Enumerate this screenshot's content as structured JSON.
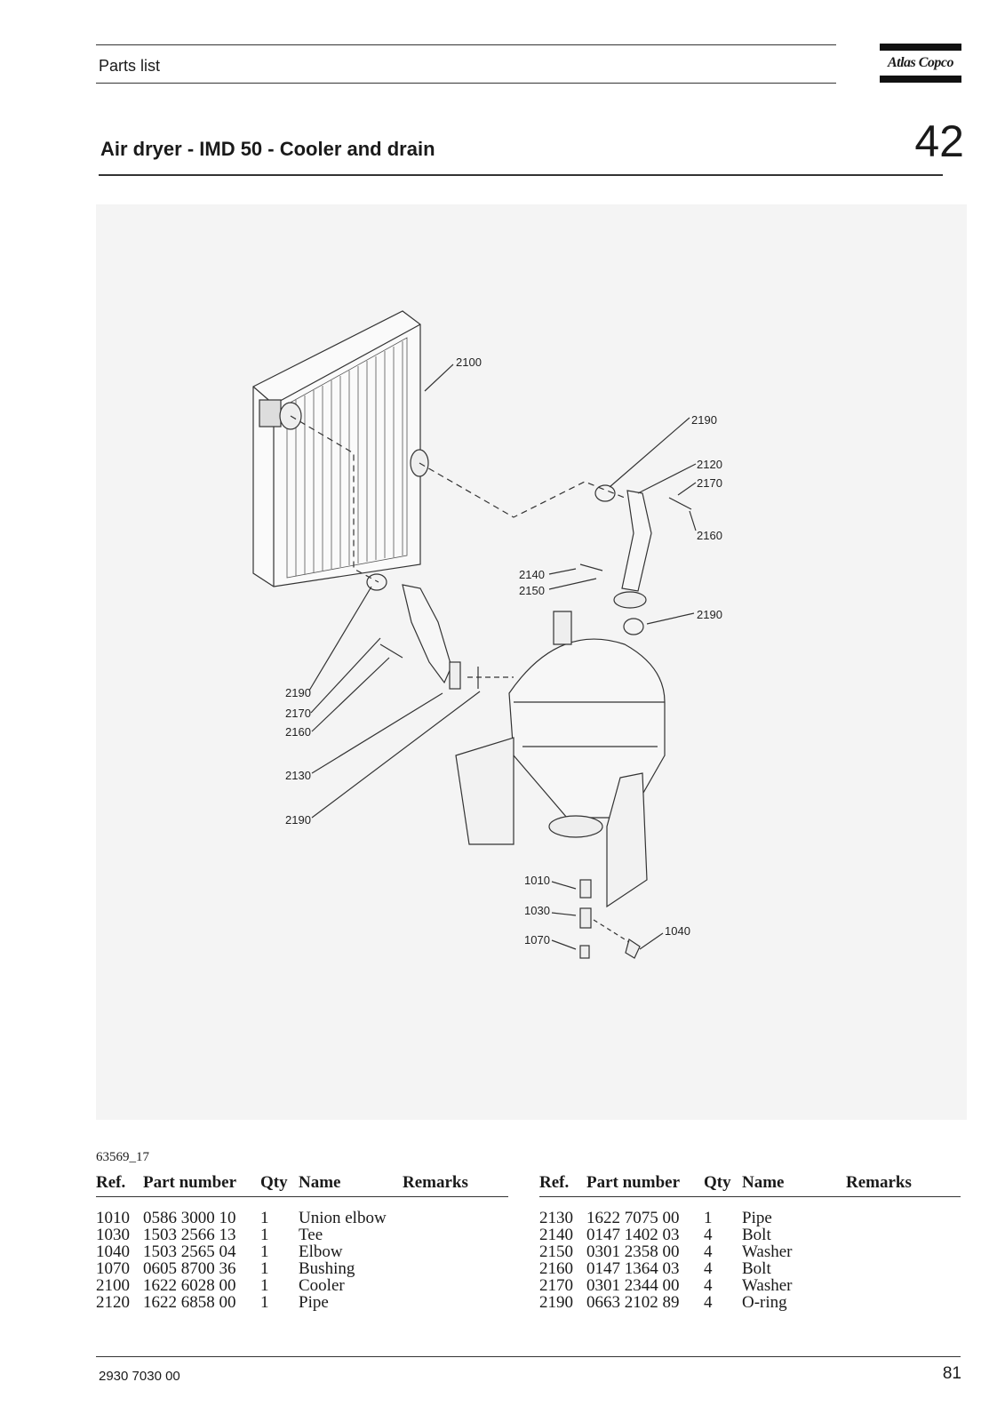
{
  "header": {
    "section_label": "Parts list",
    "brand": "Atlas Copco"
  },
  "title": {
    "text": "Air dryer - IMD 50 - Cooler and drain",
    "number": "42"
  },
  "figure": {
    "id": "63569_17",
    "callouts": [
      "2100",
      "2190",
      "2120",
      "2170",
      "2160",
      "2140",
      "2150",
      "2190",
      "2190",
      "2170",
      "2160",
      "2130",
      "2190",
      "1010",
      "1030",
      "1070",
      "1040"
    ]
  },
  "table_headers": {
    "ref": "Ref.",
    "part_number": "Part number",
    "qty": "Qty",
    "name": "Name",
    "remarks": "Remarks"
  },
  "parts_left": [
    {
      "ref": "1010",
      "part": "0586 3000 10",
      "qty": "1",
      "name": "Union elbow"
    },
    {
      "ref": "1030",
      "part": "1503 2566 13",
      "qty": "1",
      "name": "Tee"
    },
    {
      "ref": "1040",
      "part": "1503 2565 04",
      "qty": "1",
      "name": "Elbow"
    },
    {
      "ref": "1070",
      "part": "0605 8700 36",
      "qty": "1",
      "name": "Bushing"
    },
    {
      "ref": "2100",
      "part": "1622 6028 00",
      "qty": "1",
      "name": "Cooler"
    },
    {
      "ref": "2120",
      "part": "1622 6858 00",
      "qty": "1",
      "name": "Pipe"
    }
  ],
  "parts_right": [
    {
      "ref": "2130",
      "part": "1622 7075 00",
      "qty": "1",
      "name": "Pipe"
    },
    {
      "ref": "2140",
      "part": "0147 1402 03",
      "qty": "4",
      "name": "Bolt"
    },
    {
      "ref": "2150",
      "part": "0301 2358 00",
      "qty": "4",
      "name": "Washer"
    },
    {
      "ref": "2160",
      "part": "0147 1364 03",
      "qty": "4",
      "name": "Bolt"
    },
    {
      "ref": "2170",
      "part": "0301 2344 00",
      "qty": "4",
      "name": "Washer"
    },
    {
      "ref": "2190",
      "part": "0663 2102 89",
      "qty": "4",
      "name": "O-ring"
    }
  ],
  "footer": {
    "doc_number": "2930 7030 00",
    "page_number": "81"
  }
}
